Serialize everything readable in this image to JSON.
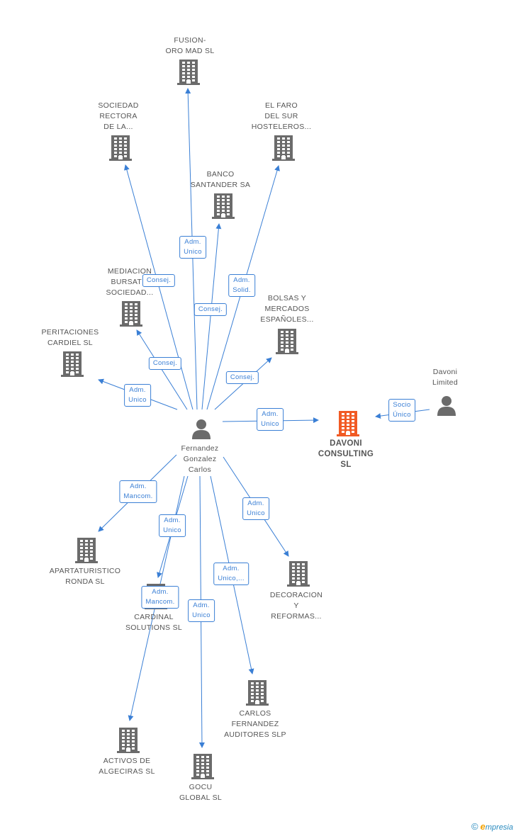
{
  "colors": {
    "edge": "#3a7fd5",
    "building": "#6b6b6b",
    "building_highlight": "#f15a24",
    "person": "#6b6b6b"
  },
  "nodes": [
    {
      "id": "fusion",
      "type": "company",
      "label": "FUSION-\nORO MAD SL"
    },
    {
      "id": "sociedad_rectora",
      "type": "company",
      "label": "SOCIEDAD\nRECTORA\nDE LA..."
    },
    {
      "id": "el_faro",
      "type": "company",
      "label": "EL FARO\nDEL SUR\nHOSTELEROS..."
    },
    {
      "id": "banco",
      "type": "company",
      "label": "BANCO\nSANTANDER SA"
    },
    {
      "id": "mediacion",
      "type": "company",
      "label": "MEDIACION\nBURSATIL\nSOCIEDAD..."
    },
    {
      "id": "bolsas",
      "type": "company",
      "label": "BOLSAS Y\nMERCADOS\nESPAÑOLES..."
    },
    {
      "id": "peritaciones",
      "type": "company",
      "label": "PERITACIONES\nCARDIEL SL"
    },
    {
      "id": "davoni_consulting",
      "type": "company",
      "highlight": true,
      "label": "DAVONI\nCONSULTING\nSL"
    },
    {
      "id": "davoni_limited",
      "type": "person",
      "label": "Davoni\nLimited"
    },
    {
      "id": "fernandez",
      "type": "person",
      "label": "Fernandez\nGonzalez\nCarlos"
    },
    {
      "id": "apartaturistico",
      "type": "company",
      "label": "APARTATURISTICO\nRONDA SL"
    },
    {
      "id": "cardinal",
      "type": "company",
      "label": "CARDINAL\nSOLUTIONS SL"
    },
    {
      "id": "decoracion",
      "type": "company",
      "label": "DECORACION\nY\nREFORMAS..."
    },
    {
      "id": "carlos_fernandez",
      "type": "company",
      "label": "CARLOS\nFERNANDEZ\nAUDITORES SLP"
    },
    {
      "id": "activos",
      "type": "company",
      "label": "ACTIVOS DE\nALGECIRAS SL"
    },
    {
      "id": "gocu",
      "type": "company",
      "label": "GOCU\nGLOBAL SL"
    }
  ],
  "edges": [
    {
      "from": "fernandez",
      "to": "fusion",
      "label": "Adm.\nUnico"
    },
    {
      "from": "fernandez",
      "to": "sociedad_rectora",
      "label": "Consej."
    },
    {
      "from": "fernandez",
      "to": "el_faro",
      "label": "Adm.\nSolid."
    },
    {
      "from": "fernandez",
      "to": "banco",
      "label": "Consej."
    },
    {
      "from": "fernandez",
      "to": "mediacion",
      "label": "Consej."
    },
    {
      "from": "fernandez",
      "to": "bolsas",
      "label": "Consej."
    },
    {
      "from": "fernandez",
      "to": "peritaciones",
      "label": "Adm.\nUnico"
    },
    {
      "from": "fernandez",
      "to": "davoni_consulting",
      "label": "Adm.\nUnico"
    },
    {
      "from": "davoni_limited",
      "to": "davoni_consulting",
      "label": "Socio\nÚnico"
    },
    {
      "from": "fernandez",
      "to": "apartaturistico",
      "label": "Adm.\nMancom."
    },
    {
      "from": "fernandez",
      "to": "cardinal",
      "label": "Adm.\nUnico"
    },
    {
      "from": "fernandez",
      "to": "decoracion",
      "label": "Adm.\nUnico"
    },
    {
      "from": "fernandez",
      "to": "carlos_fernandez",
      "label": "Adm.\nUnico,..."
    },
    {
      "from": "fernandez",
      "to": "activos",
      "label": "Adm.\nMancom."
    },
    {
      "from": "fernandez",
      "to": "gocu",
      "label": "Adm.\nUnico"
    }
  ],
  "footer": {
    "copyright": "©",
    "brand_initial": "e",
    "brand_rest": "mpresia"
  }
}
